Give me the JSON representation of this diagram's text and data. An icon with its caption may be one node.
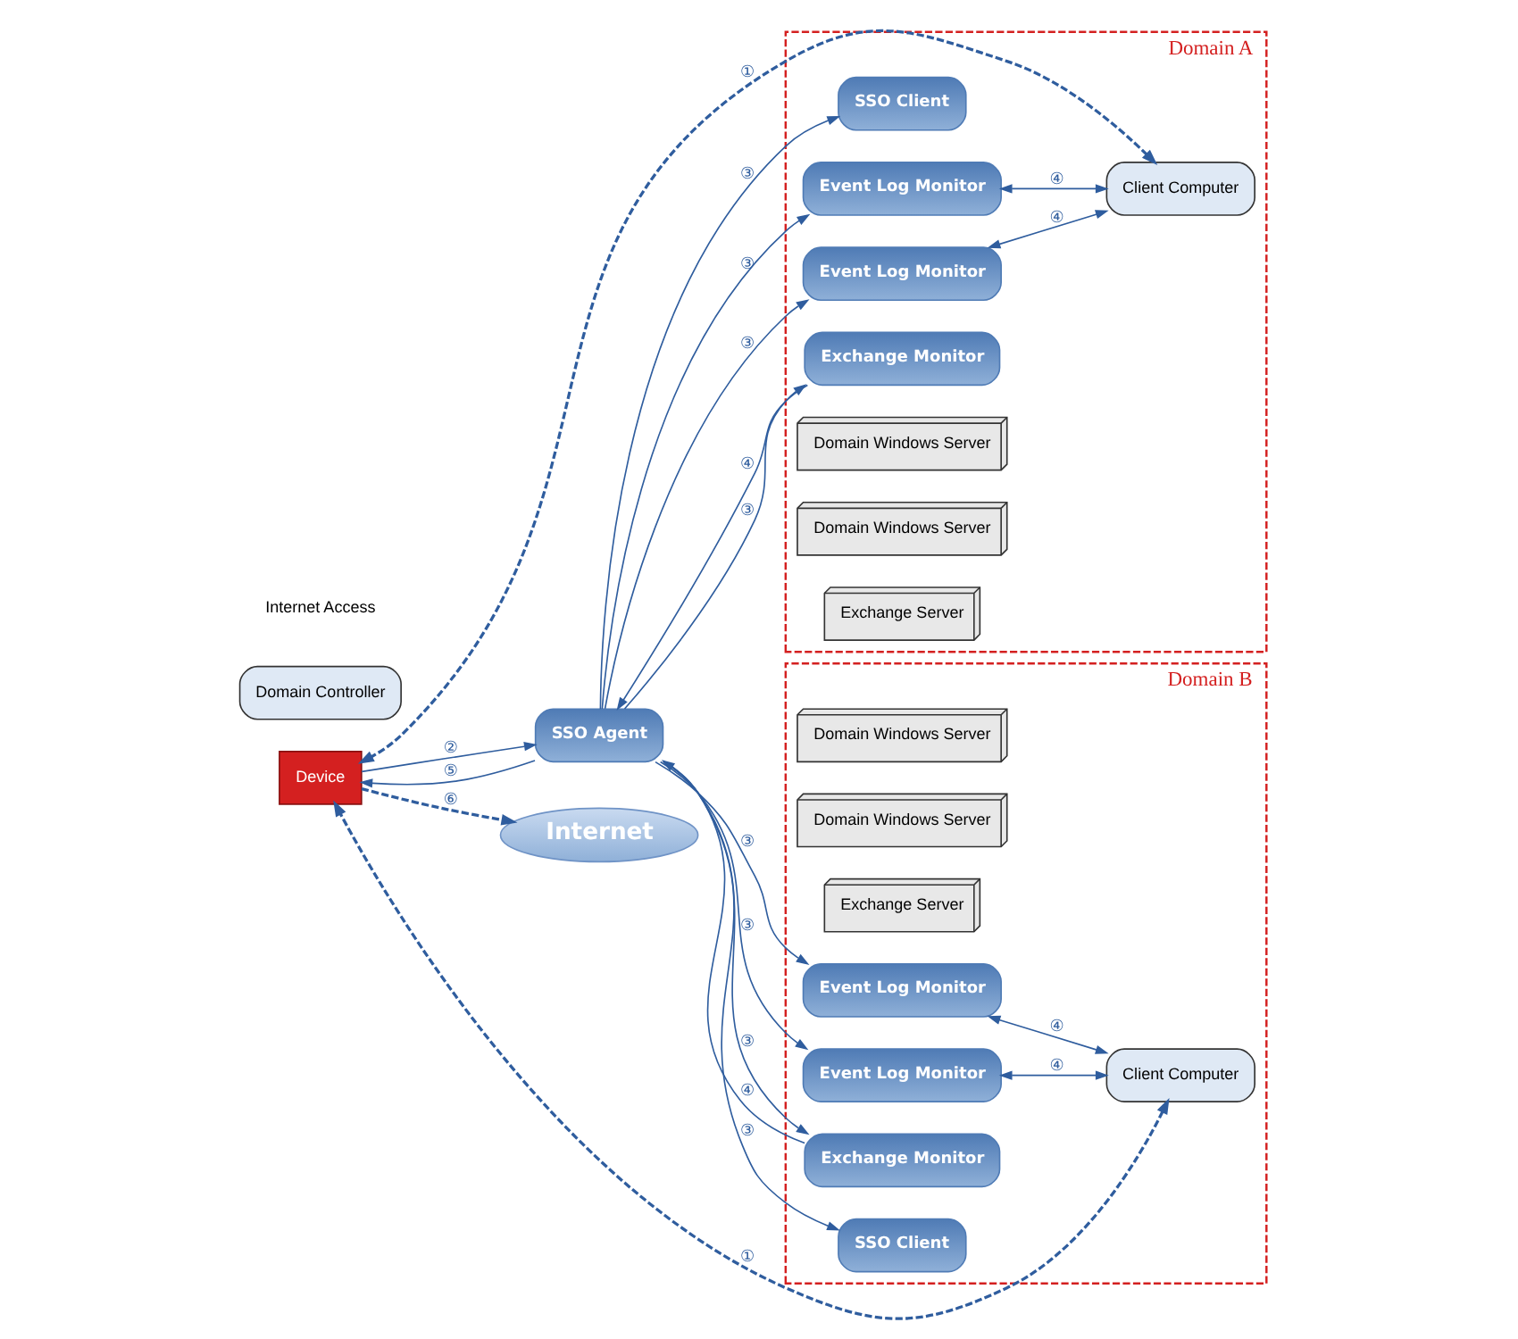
{
  "diagram": {
    "nodes": [
      {
        "text": [
          "Internet"
        ]
      },
      {
        "text": [
          "Domain A"
        ]
      },
      {
        "text": [
          "SSO Client"
        ],
        "in": 1
      },
      {
        "text": [
          "Event Log Monitor"
        ],
        "in": 1
      },
      {
        "text": [
          "Event Log Monitor"
        ],
        "in": 1
      },
      {
        "text": [
          "Exchange Monitor"
        ],
        "in": 1
      },
      {
        "text": [
          "Client Computer"
        ],
        "in": 1
      },
      {
        "text": [
          "Domain Windows Server"
        ],
        "in": 1
      },
      {
        "text": [
          "Domain Windows Server"
        ],
        "in": 1
      },
      {
        "text": [
          "Exchange Server"
        ],
        "in": 1
      },
      {
        "text": [
          "SSO Agent"
        ]
      },
      {
        "text": [
          "Domain Controller"
        ]
      },
      {
        "text": [
          "Device"
        ]
      },
      {
        "text": [
          "Domain B"
        ]
      },
      {
        "text": [
          "Client Computer"
        ],
        "in": 13
      },
      {
        "text": [
          "Domain Windows Server"
        ],
        "in": 13
      },
      {
        "text": [
          "Domain Windows Server"
        ],
        "in": 13
      },
      {
        "text": [
          "Exchange Server"
        ],
        "in": 13
      },
      {
        "text": [
          "SSO Client"
        ],
        "in": 13
      },
      {
        "text": [
          "Event Log Monitor"
        ],
        "in": 13
      },
      {
        "text": [
          "Event Log Monitor"
        ],
        "in": 13
      },
      {
        "text": [
          "Exchange Monitor"
        ],
        "in": 13
      }
    ],
    "edges": [
      {
        "from": 5,
        "to": 10,
        "arrow": "to",
        "label": "④"
      },
      {
        "from": 10,
        "to": 5,
        "arrow": "to",
        "label": "③"
      },
      {
        "from": 10,
        "to": 4,
        "arrow": "to",
        "label": "③"
      },
      {
        "from": 10,
        "to": 3,
        "arrow": "to",
        "label": "③"
      },
      {
        "from": 10,
        "to": 2,
        "arrow": "to",
        "label": "③"
      },
      {
        "from": 3,
        "to": 6,
        "arrow": "both",
        "label": "④"
      },
      {
        "from": 4,
        "to": 6,
        "arrow": "both",
        "label": "④"
      },
      {
        "from": 12,
        "to": 0,
        "arrow": "to",
        "label": "⑥",
        "style": "dashed"
      },
      {
        "from": 12,
        "to": 10,
        "arrow": "to",
        "label": "②"
      },
      {
        "from": 10,
        "to": 12,
        "arrow": "to",
        "label": "⑤"
      },
      {
        "from": 6,
        "to": 12,
        "arrow": "both",
        "label": "①",
        "style": "dashed"
      },
      {
        "from": 14,
        "to": 12,
        "arrow": "both",
        "label": "①",
        "style": "dashed"
      },
      {
        "from": 10,
        "to": 18,
        "arrow": "to",
        "label": "③"
      },
      {
        "from": 10,
        "to": 19,
        "arrow": "to",
        "label": "③"
      },
      {
        "from": 10,
        "to": 20,
        "arrow": "to",
        "label": "③"
      },
      {
        "from": 10,
        "to": 21,
        "arrow": "to",
        "label": "③"
      },
      {
        "from": 21,
        "to": 10,
        "arrow": "to",
        "label": "④"
      },
      {
        "from": 19,
        "to": 14,
        "arrow": "both",
        "label": "④"
      },
      {
        "from": 20,
        "to": 14,
        "arrow": "both",
        "label": "④"
      }
    ],
    "labels": [
      "Internet Access"
    ]
  }
}
